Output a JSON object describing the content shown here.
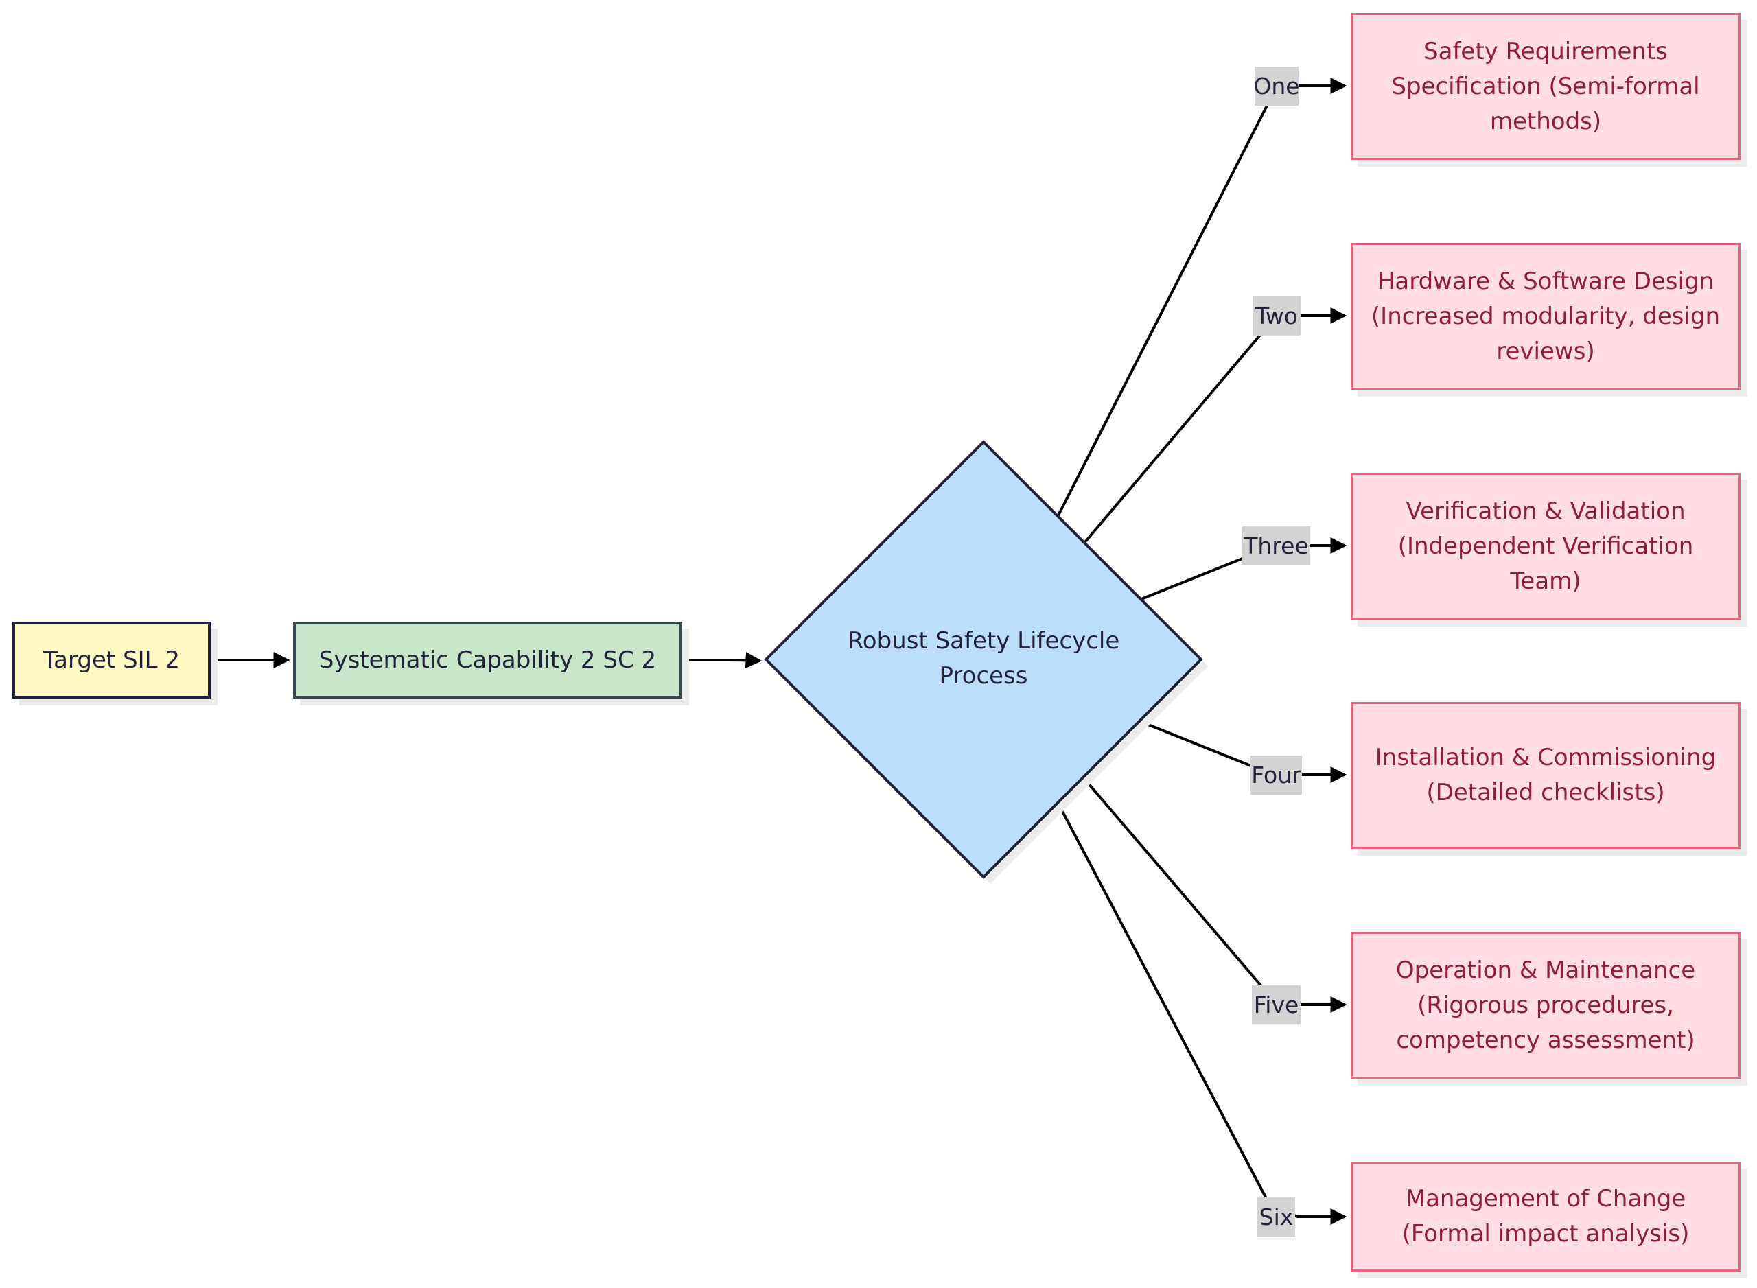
{
  "diagram": {
    "source": {
      "label": "Target SIL 2"
    },
    "capability": {
      "label": "Systematic Capability 2 SC 2"
    },
    "process": {
      "label": "Robust Safety Lifecycle Process"
    },
    "steps": [
      {
        "edge_label": "One",
        "label": "Safety Requirements Specification (Semi-formal methods)"
      },
      {
        "edge_label": "Two",
        "label": "Hardware & Software Design (Increased modularity, design reviews)"
      },
      {
        "edge_label": "Three",
        "label": "Verification & Validation (Independent Verification Team)"
      },
      {
        "edge_label": "Four",
        "label": "Installation & Commissioning (Detailed checklists)"
      },
      {
        "edge_label": "Five",
        "label": "Operation & Maintenance (Rigorous procedures, competency assessment)"
      },
      {
        "edge_label": "Six",
        "label": "Management of Change (Formal impact analysis)"
      }
    ]
  },
  "colors": {
    "source_fill": "#fff9c4",
    "capability_fill": "#c8e6c9",
    "process_fill": "#bbdefb",
    "step_fill": "#ffdde3",
    "step_border": "#e8667d",
    "step_text": "#8e1f37",
    "edge_label_bg": "#d3d3d3",
    "line": "#000000"
  }
}
